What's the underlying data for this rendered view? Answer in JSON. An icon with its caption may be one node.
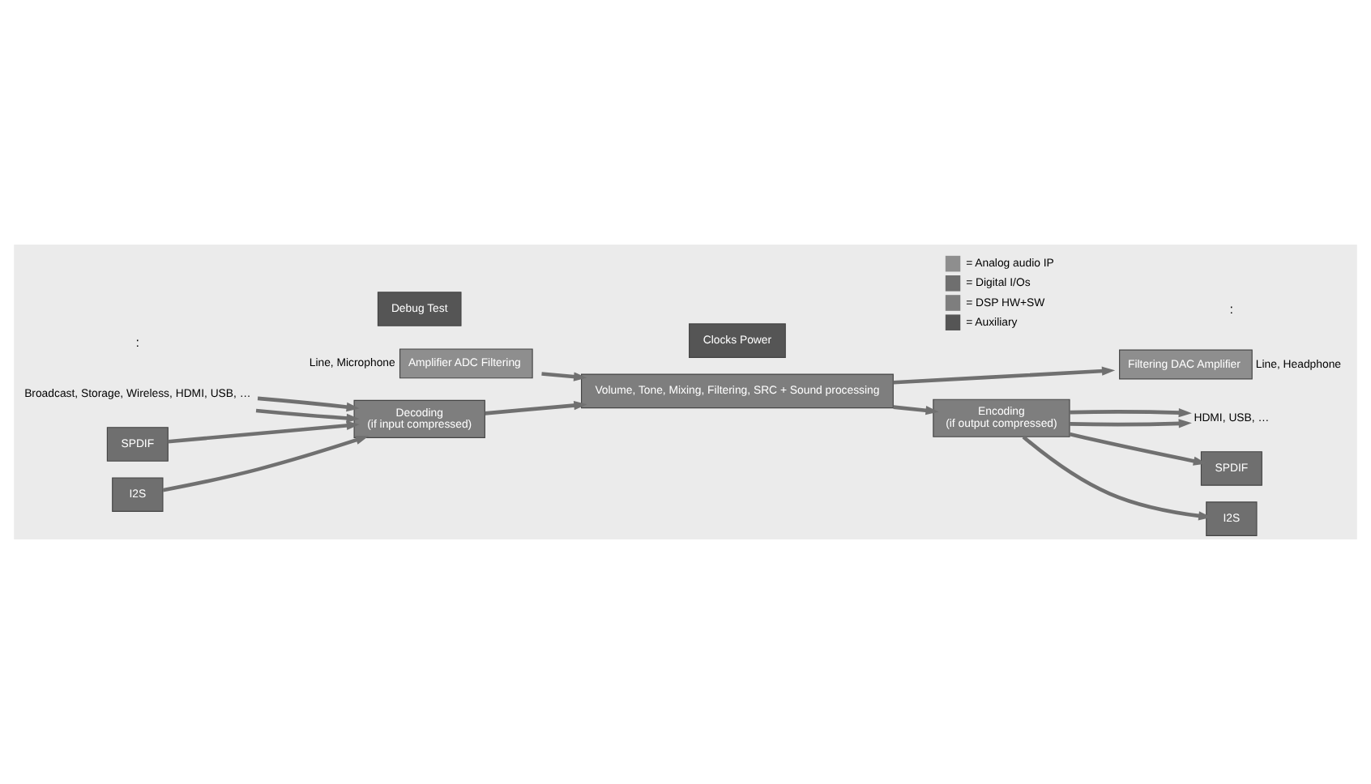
{
  "diagram": {
    "nodes": [
      {
        "text": [
          "Amplifier ADC Filtering"
        ],
        "beside": [
          "Line, Microphone"
        ]
      },
      {
        "text": [
          "Volume, Tone, Mixing, Filtering, SRC + Sound processing"
        ]
      },
      {
        "text": [
          "Filtering DAC Amplifier"
        ],
        "beside": [
          "Line, Headphone"
        ]
      },
      {
        "text": [
          "Broadcast, Storage, Wireless, HDMI, USB, …"
        ]
      },
      {
        "text": [
          "Decoding",
          "(if input compressed)"
        ]
      },
      {
        "text": [
          "Encoding",
          "(if output compressed)"
        ]
      },
      {
        "text": [
          "HDMI, USB, …"
        ]
      },
      {
        "text": [
          "SPDIF"
        ]
      },
      {
        "text": [
          "I2S"
        ]
      },
      {
        "text": [
          "SPDIF"
        ]
      },
      {
        "text": [
          "I2S"
        ]
      },
      {
        "text": [
          "Debug Test"
        ]
      },
      {
        "text": [
          "Clocks Power"
        ]
      }
    ],
    "edges": [
      {
        "from": 0,
        "to": 1,
        "arrow": "to"
      },
      {
        "from": 1,
        "to": 2,
        "arrow": "to"
      },
      {
        "from": 3,
        "to": 4,
        "arrow": "to"
      },
      {
        "from": 3,
        "to": 4,
        "arrow": "to"
      },
      {
        "from": 7,
        "to": 4,
        "arrow": "to"
      },
      {
        "from": 8,
        "to": 4,
        "arrow": "to"
      },
      {
        "from": 4,
        "to": 1,
        "arrow": "to"
      },
      {
        "from": 1,
        "to": 5,
        "arrow": "to"
      },
      {
        "from": 5,
        "to": 6,
        "arrow": "to"
      },
      {
        "from": 5,
        "to": 6,
        "arrow": "to"
      },
      {
        "from": 5,
        "to": 9,
        "arrow": "to"
      },
      {
        "from": 5,
        "to": 10,
        "arrow": "to"
      }
    ],
    "labels": [
      ":",
      ":"
    ],
    "legend": [
      {
        "text": "= Analog audio IP",
        "color": "#8e8e8e"
      },
      {
        "text": "= Digital I/Os",
        "color": "#6f6f6f"
      },
      {
        "text": "= DSP HW+SW",
        "color": "#7e7e7e"
      },
      {
        "text": "= Auxiliary",
        "color": "#555555"
      }
    ]
  }
}
